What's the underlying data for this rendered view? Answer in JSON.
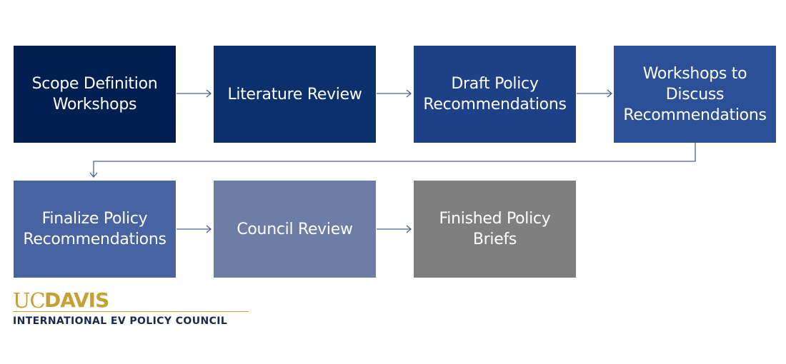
{
  "steps": [
    {
      "label": "Scope Definition\nWorkshops",
      "color": "#012051"
    },
    {
      "label": "Literature Review",
      "color": "#0b306b"
    },
    {
      "label": "Draft Policy\nRecommendations",
      "color": "#1d4087"
    },
    {
      "label": "Workshops to\nDiscuss\nRecommendations",
      "color": "#2c5097"
    },
    {
      "label": "Finalize Policy\nRecommendations",
      "color": "#4763a1"
    },
    {
      "label": "Council Review",
      "color": "#6c7ea6"
    },
    {
      "label": "Finished Policy\nBriefs",
      "color": "#7f7f7f"
    }
  ],
  "connector_color": "#4a6190",
  "logo": {
    "uc": "UC",
    "davis": "DAVIS",
    "subtitle": "INTERNATIONAL EV POLICY COUNCIL",
    "gold": "#c6a032",
    "navy": "#1b2a4a"
  }
}
